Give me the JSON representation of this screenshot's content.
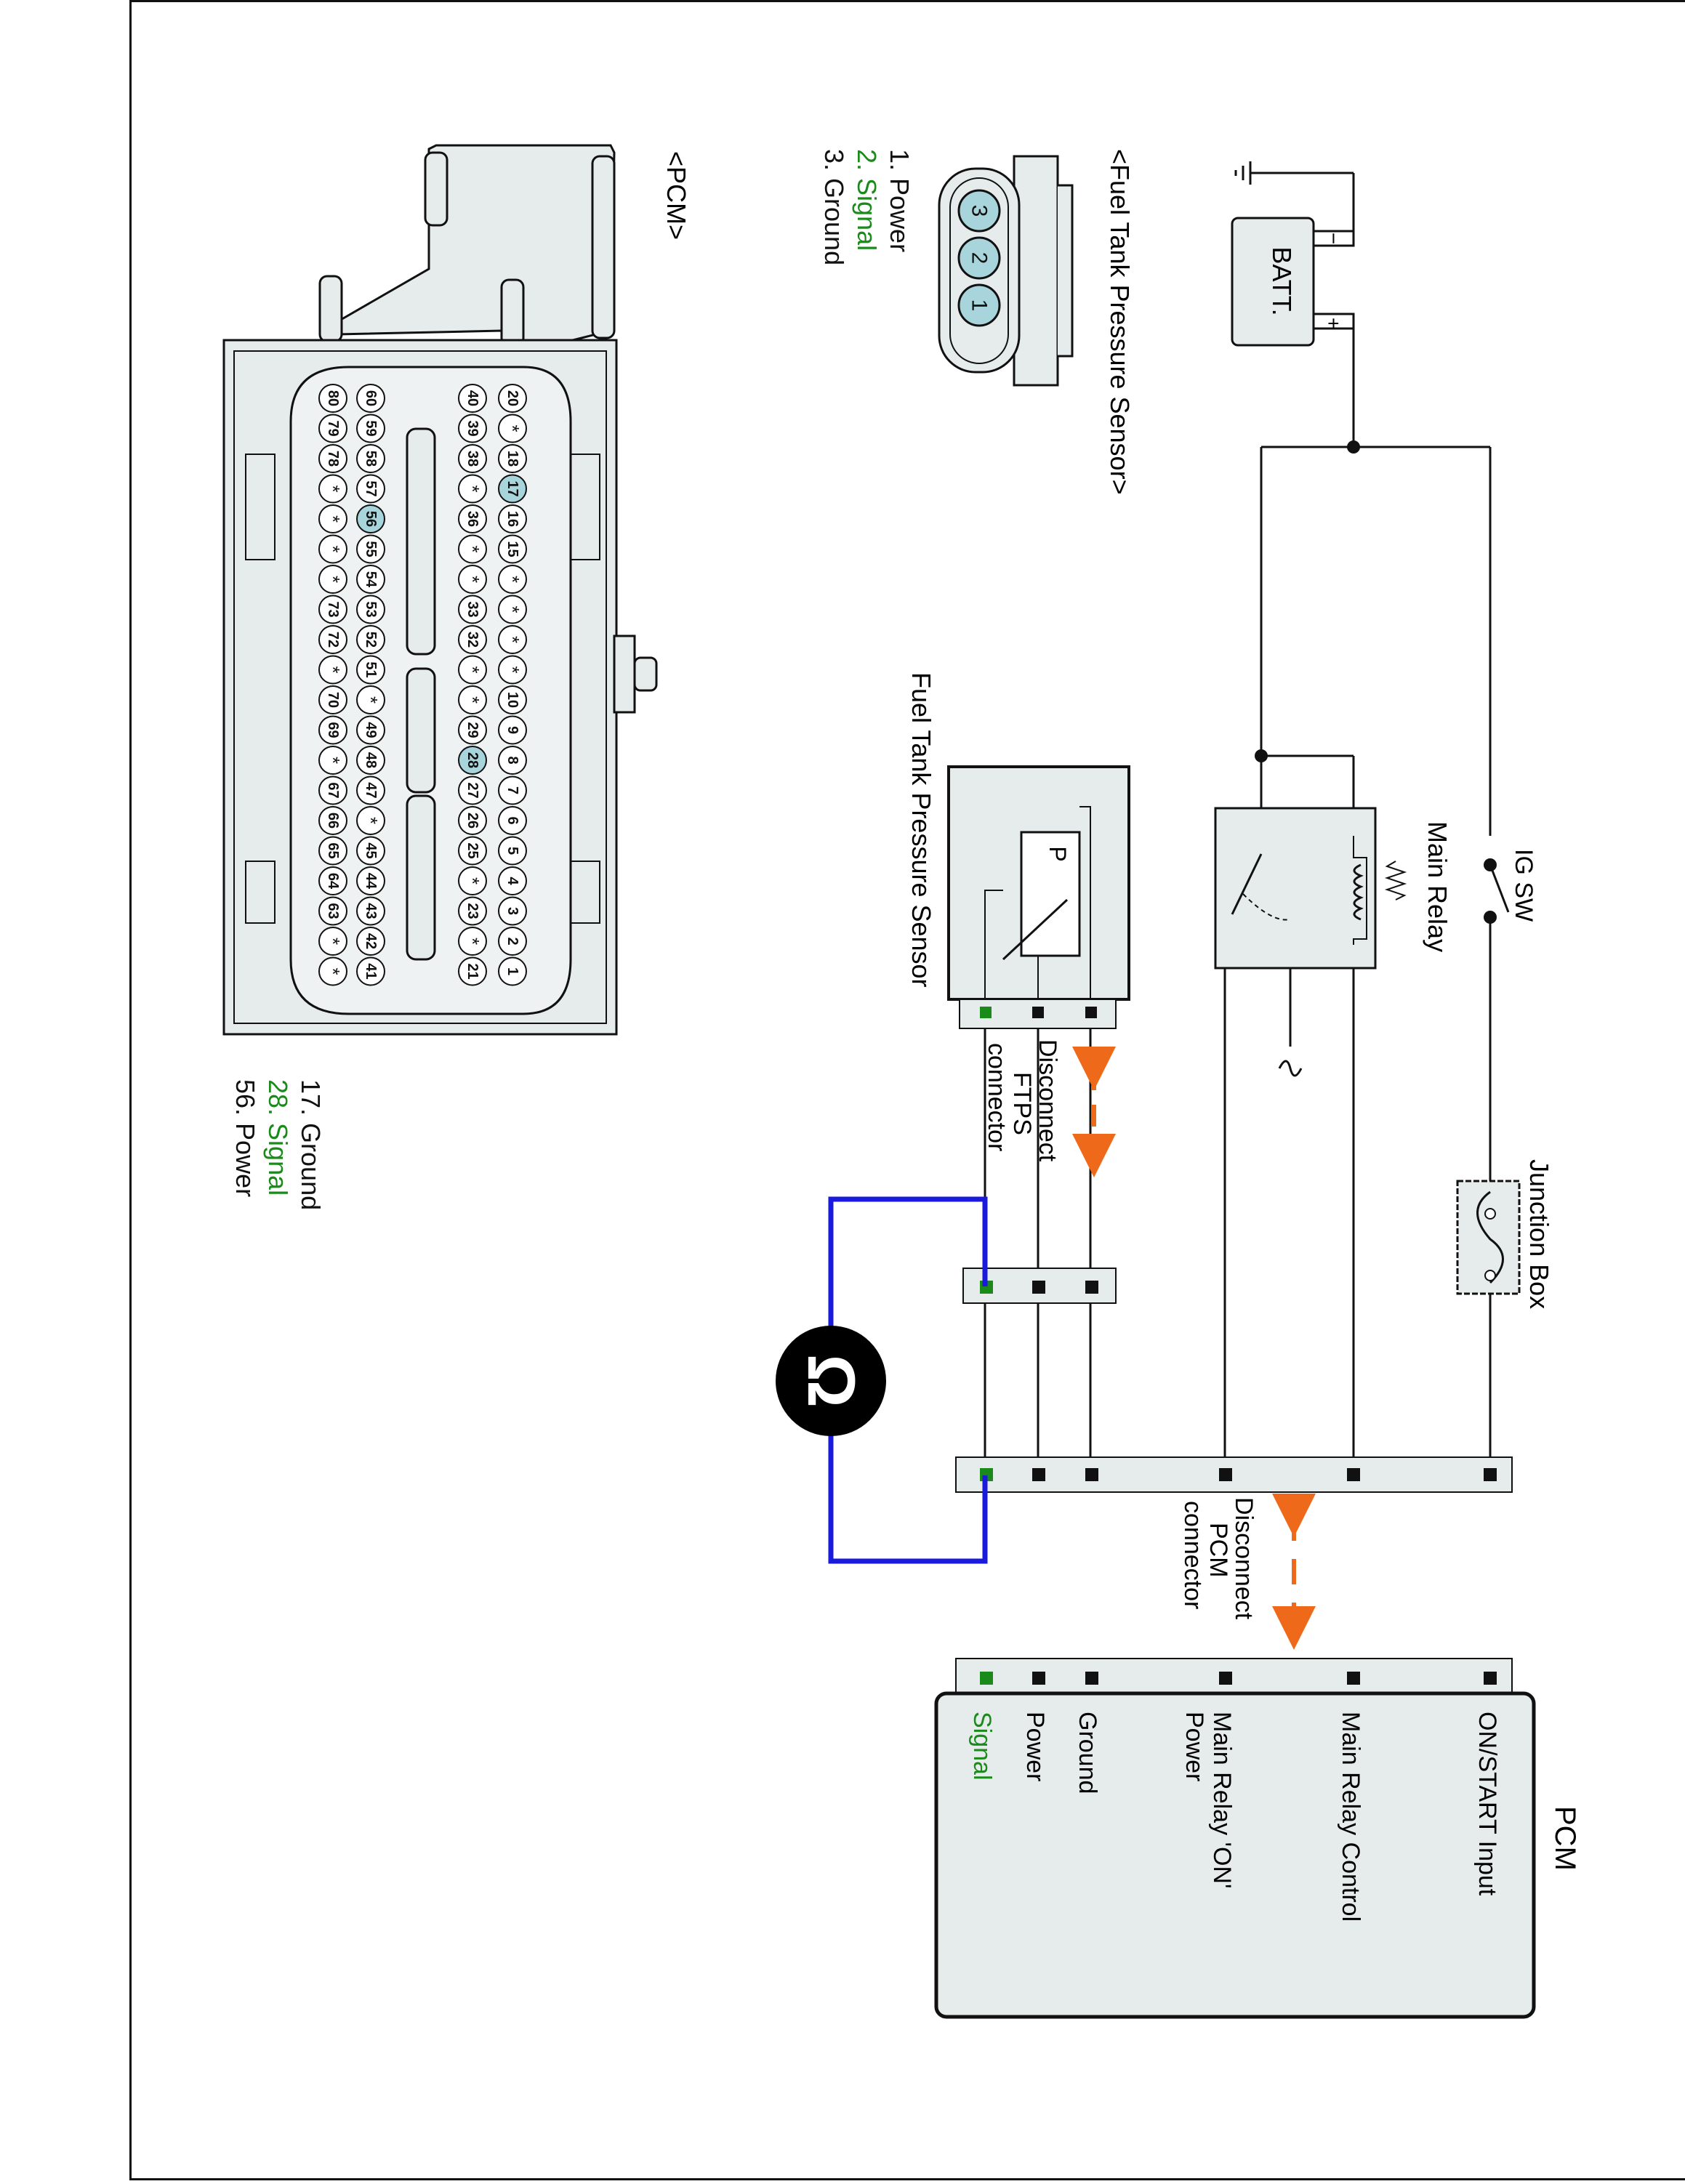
{
  "battery": {
    "label": "BATT.",
    "minus": "−",
    "plus": "+"
  },
  "ig_switch": {
    "label": "IG SW"
  },
  "main_relay": {
    "label": "Main Relay"
  },
  "junction_box": {
    "label": "Junction Box"
  },
  "ftps_component": {
    "label": "Fuel Tank Pressure Sensor",
    "symbol": "P"
  },
  "ftps_disconnect": {
    "line1": "Disconnect",
    "line2": "FTPS",
    "line3": "connector"
  },
  "pcm_disconnect": {
    "line1": "Disconnect",
    "line2": "PCM",
    "line3": "connector"
  },
  "ohm_meter": {
    "symbol": "Ω"
  },
  "pcm_box": {
    "title": "PCM",
    "pins": [
      {
        "label": "ON/START Input",
        "color": "#000000"
      },
      {
        "label": "Main Relay Control",
        "color": "#000000"
      },
      {
        "label": "Main Relay 'ON'",
        "label2": "Power",
        "color": "#000000"
      },
      {
        "label": "Ground",
        "color": "#000000"
      },
      {
        "label": "Power",
        "color": "#000000"
      },
      {
        "label": "Signal",
        "color": "#1a8a1a"
      }
    ]
  },
  "sensor_connector_view": {
    "title": "<Fuel Tank Pressure Sensor>",
    "pins": [
      "3",
      "2",
      "1"
    ],
    "legend": [
      "1. Power",
      "2. Signal",
      "3. Ground"
    ]
  },
  "pcm_connector_view": {
    "title": "<PCM>",
    "row1": [
      "20",
      "*",
      "18",
      "17",
      "16",
      "15",
      "*",
      "*",
      "*",
      "*",
      "10",
      "9",
      "8",
      "7",
      "6",
      "5",
      "4",
      "3",
      "2",
      "1"
    ],
    "row2": [
      "40",
      "39",
      "38",
      "*",
      "36",
      "*",
      "*",
      "33",
      "32",
      "*",
      "*",
      "29",
      "28",
      "27",
      "26",
      "25",
      "*",
      "23",
      "*",
      "21"
    ],
    "row3": [
      "60",
      "59",
      "58",
      "57",
      "56",
      "55",
      "54",
      "53",
      "52",
      "51",
      "*",
      "49",
      "48",
      "47",
      "*",
      "45",
      "44",
      "43",
      "42",
      "41"
    ],
    "row4": [
      "80",
      "79",
      "78",
      "*",
      "*",
      "*",
      "*",
      "73",
      "72",
      "*",
      "70",
      "69",
      "*",
      "67",
      "66",
      "65",
      "64",
      "63",
      "*",
      "*"
    ],
    "highlight": [
      "17",
      "28",
      "56"
    ],
    "legend": [
      "17. Ground",
      "28. Signal",
      "56. Power"
    ]
  },
  "colors": {
    "signal_green": "#1a8a1a",
    "meter_wire_blue": "#1a1adc",
    "arrow_orange": "#ee6a1a",
    "connector_fill": "#e6ecec",
    "pin_highlight": "#a8d4dc"
  }
}
